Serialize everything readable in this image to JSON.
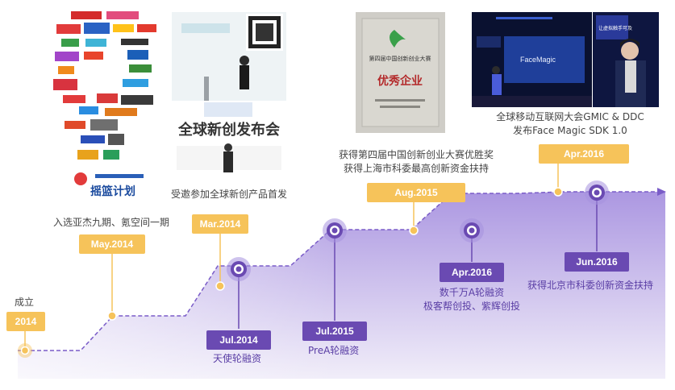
{
  "milestones": [
    {
      "date": "2014",
      "caption": "成立"
    },
    {
      "date": "May.2014",
      "caption": "入选亚杰九期、氪空间一期"
    },
    {
      "date": "Mar.2014",
      "caption": "受邀参加全球新创产品首发"
    },
    {
      "date": "Jul.2014",
      "caption": "天使轮融资"
    },
    {
      "date": "Jul.2015",
      "caption": "PreA轮融资"
    },
    {
      "date": "Aug.2015",
      "caption_line1": "获得第四届中国创新创业大赛优胜奖",
      "caption_line2": "获得上海市科委最高创新资金扶持"
    },
    {
      "date": "Apr.2016",
      "caption_line1": "数千万A轮融资",
      "caption_line2": "极客帮创投、紫辉创投"
    },
    {
      "date": "Apr.2016",
      "caption_line1": "全球移动互联网大会GMIC & DDC",
      "caption_line2": "发布Face Magic SDK 1.0"
    },
    {
      "date": "Jun.2016",
      "caption": "获得北京市科委创新资金扶持"
    }
  ],
  "photos": {
    "logos_label": "摇篮计划",
    "launch_banner": "全球新创发布会",
    "award_plaque": "优秀企业",
    "award_title": "第四届中国创新创业大赛",
    "gmic_screen": "FaceMagic",
    "gmic_slide": "让虚拟触手可及"
  },
  "colors": {
    "accent_purple": "#6a4ab2",
    "accent_orange": "#f6c35a",
    "area_fill": "#c9bbea"
  }
}
